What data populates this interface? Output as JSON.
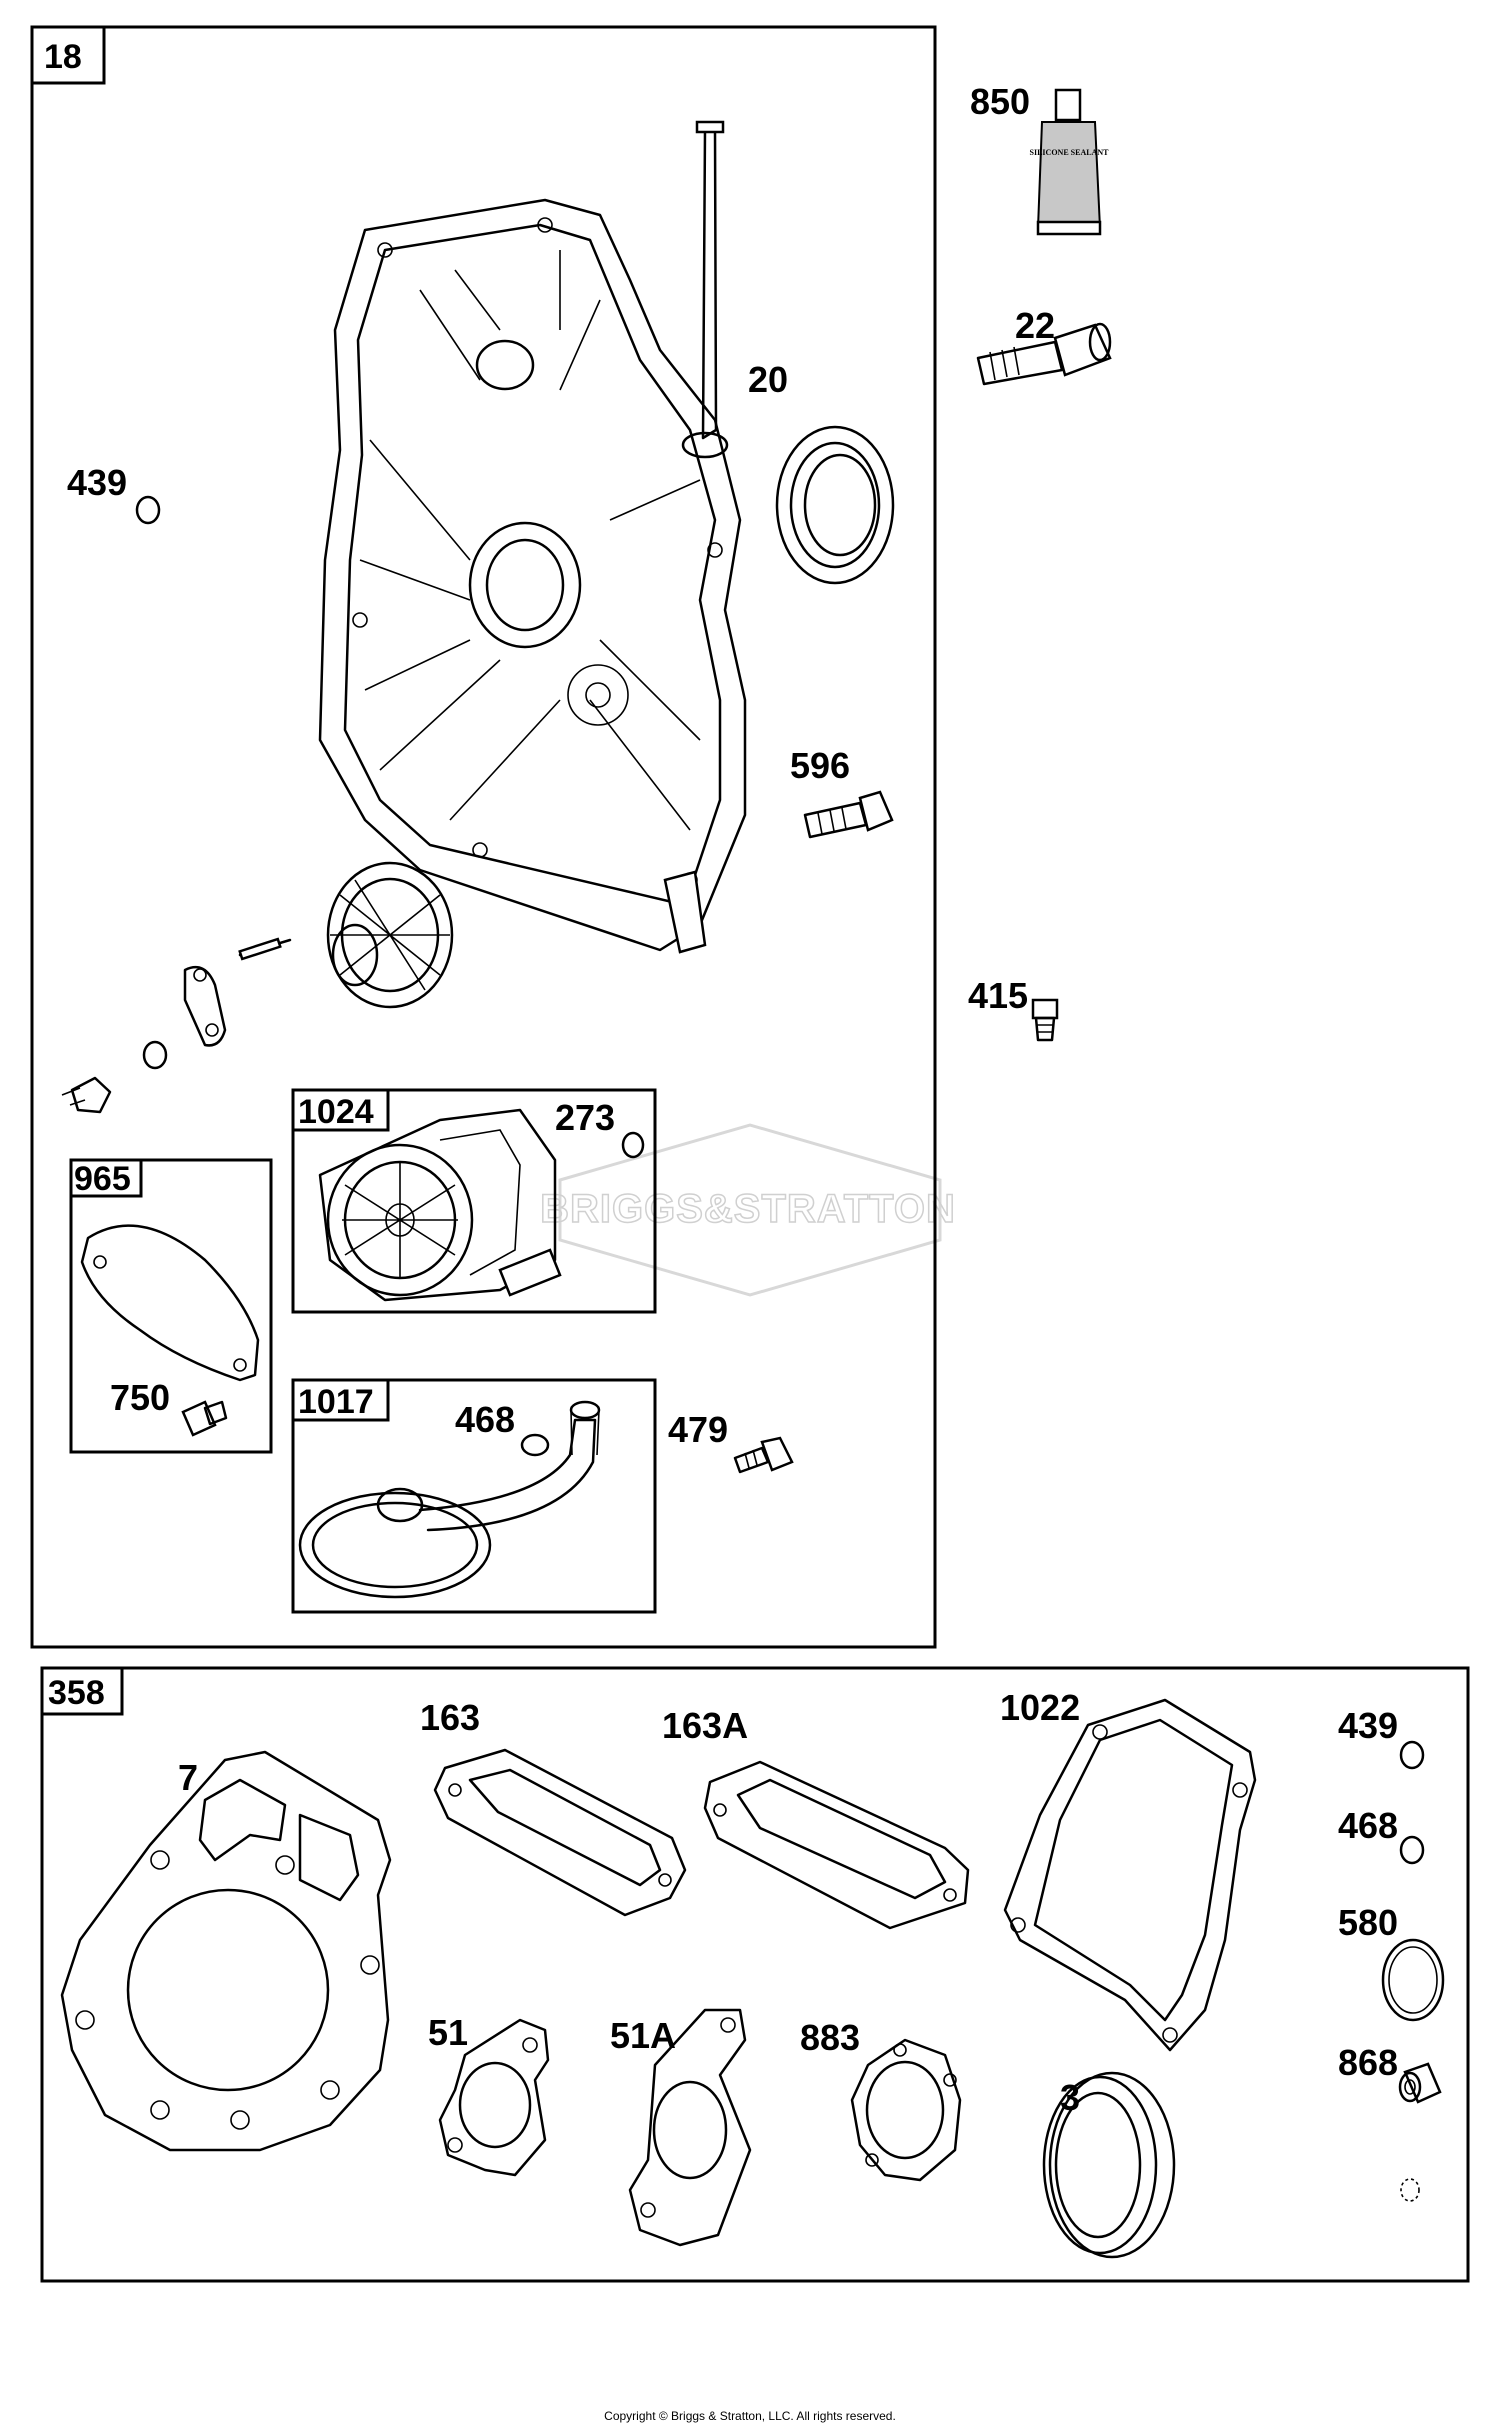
{
  "boxes": {
    "main": "18",
    "pump": "1024",
    "cover": "965",
    "pickup": "1017",
    "gasket_set": "358"
  },
  "labels": {
    "sealant": "850",
    "sealant_tube_text": "SILICONE SEALANT",
    "bolt_22": "22",
    "seal_20": "20",
    "ring_439_top": "439",
    "screw_596": "596",
    "plug_415": "415",
    "ring_273": "273",
    "screw_750": "750",
    "ring_468_top": "468",
    "screw_479": "479",
    "gasket_7": "7",
    "gasket_163": "163",
    "gasket_163a": "163A",
    "gasket_1022": "1022",
    "ring_439_bottom": "439",
    "ring_468_bottom": "468",
    "ring_580": "580",
    "seal_868": "868",
    "gasket_51": "51",
    "gasket_51a": "51A",
    "gasket_883": "883",
    "seal_3": "3"
  },
  "watermark": "BRIGGS&STRATTON",
  "copyright": "Copyright © Briggs & Stratton, LLC. All rights reserved."
}
